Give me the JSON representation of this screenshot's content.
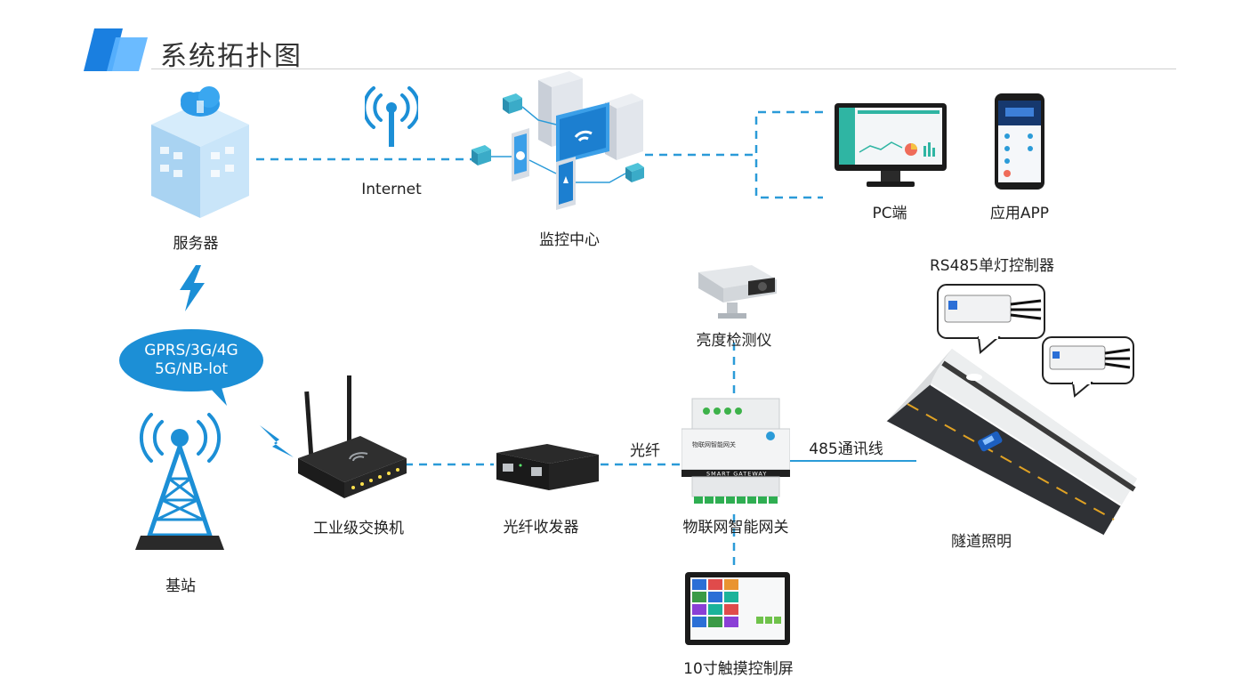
{
  "title": "系统拓扑图",
  "colors": {
    "accent": "#1c8fd6",
    "link": "#2b9bd8",
    "title_bar": "#2f8ff0"
  },
  "nodes": {
    "server": "服务器",
    "internet": "Internet",
    "monitor_center": "监控中心",
    "pc": "PC端",
    "app": "应用APP",
    "network_bubble_line1": "GPRS/3G/4G",
    "network_bubble_line2": "5G/NB-lot",
    "base_station": "基站",
    "switch": "工业级交换机",
    "fiber_transceiver": "光纤收发器",
    "fiber": "光纤",
    "gateway": "物联网智能网关",
    "brightness_detector": "亮度检测仪",
    "rs485_link": "485通讯线",
    "rs485_controller": "RS485单灯控制器",
    "tunnel_lighting": "隧道照明",
    "touch_screen": "10寸触摸控制屏"
  },
  "gateway_panel": {
    "brand_text": "物联网智能网关",
    "band_text": "SMART GATEWAY"
  }
}
